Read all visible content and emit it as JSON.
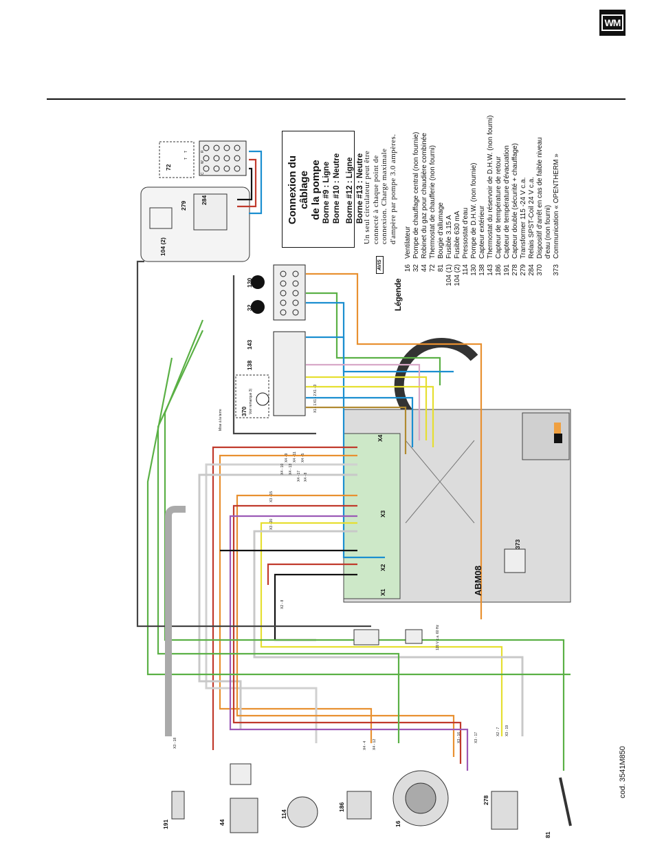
{
  "header": {
    "logo_text": "WM"
  },
  "pump_box": {
    "title_line1": "Connexion du câblage",
    "title_line2": "de la pompe",
    "lines": [
      "Borne   #9 : Ligne",
      "Borne #10 : Neutre",
      "Borne #12 : Ligne",
      "Borne #13 : Neutre"
    ]
  },
  "notice": {
    "badge": "AVIS",
    "lines": [
      "Un seul circulateur peut être",
      "connecté à chaque point de",
      "connexion. Charge maximale",
      "d'ampère par pompe 3.0 ampères."
    ]
  },
  "legend": {
    "title": "Légende",
    "items": [
      {
        "num": "16",
        "text": "Ventilateur"
      },
      {
        "num": "32",
        "text": "Pompe de chauffage central (non fournie)"
      },
      {
        "num": "44",
        "text": "Robinet du gaz pour chaudière combinée"
      },
      {
        "num": "72",
        "text": "Thermostat de chaufferie (non fourni)"
      },
      {
        "num": "81",
        "text": "Bougie d'allumage"
      },
      {
        "num": "104 (1)",
        "text": "Fusible 3.15 A"
      },
      {
        "num": "104 (2)",
        "text": "Fusible 630 mA"
      },
      {
        "num": "114",
        "text": "Pressostat d'eau"
      },
      {
        "num": "130",
        "text": "Pompe de D.H.W.  (non fournie)"
      },
      {
        "num": "138",
        "text": "Capteur extérieur"
      },
      {
        "num": "143",
        "text": "Thermostat du réservoir de D.H.W. (non fourni)"
      },
      {
        "num": "186",
        "text": "Capteur de température de retour"
      },
      {
        "num": "191",
        "text": "Capteur de température d'évacuation"
      },
      {
        "num": "278",
        "text": "Capteur double (sécurité + chauffage)"
      },
      {
        "num": "279",
        "text": "Transformer 115 -24 V c.a."
      },
      {
        "num": "284",
        "text": "Relais SPST-Coil 24 V c.a."
      },
      {
        "num": "370",
        "text": "Dispositif d'arrêt en cas de faible niveau"
      },
      {
        "num": "",
        "text": "d'eau (non fourni)"
      },
      {
        "num": "373",
        "text": "Communication « OPENTHERM »"
      }
    ]
  },
  "diagram": {
    "board_label": "ABM08",
    "code": "cod. 3541M850",
    "components": [
      "72",
      "279",
      "284",
      "104 (2)",
      "130",
      "32",
      "143",
      "138",
      "370",
      "373",
      "191",
      "44",
      "114",
      "186",
      "16",
      "278",
      "81"
    ],
    "connectors": [
      "X4",
      "X3",
      "X2",
      "X1"
    ],
    "terminal_labels": [
      "C",
      "W",
      "R",
      "T",
      "T"
    ],
    "earth_label": "Mise à la terre",
    "voir_label": "Voir remarque 3)",
    "power_label": "120 V c.a. 60 Hz",
    "wire_labels": [
      "X4 - 9",
      "X4 - 11",
      "X4 - 5",
      "X4 - 4",
      "X4 - 12",
      "X4 - 10",
      "X4 - 13",
      "X4 - 17",
      "X4 - 8",
      "X3 - 15",
      "X3 - 16",
      "X3 - 17",
      "X3 - 18",
      "X3 - 19",
      "X3 - 20",
      "X2 - 7",
      "X2 - 8",
      "X1 - 1",
      "X1 - 2",
      "X1 - 3"
    ]
  }
}
